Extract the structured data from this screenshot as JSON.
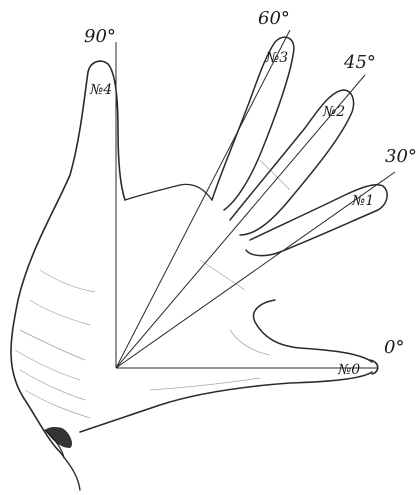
{
  "angles": {
    "a90": "90°",
    "a60": "60°",
    "a45": "45°",
    "a30": "30°",
    "a0": "0°"
  },
  "fingers": {
    "f4": "№4",
    "f3": "№3",
    "f2": "№2",
    "f1": "№1",
    "f0": "№0"
  },
  "colors": {
    "ink": "#2a2a2a",
    "paper": "#ffffff"
  }
}
